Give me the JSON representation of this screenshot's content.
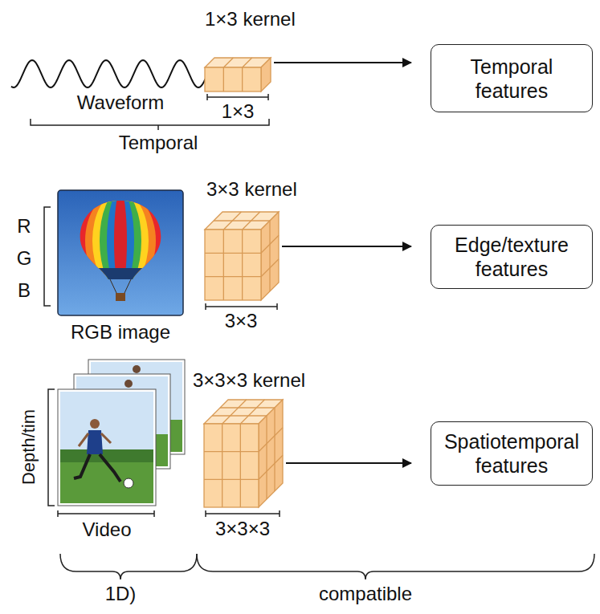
{
  "diagram": {
    "nodes": [
      {
        "text": [
          "1×3 kernel"
        ]
      },
      {
        "text": [
          "Temporal features"
        ]
      },
      {
        "text": [
          "3×3 kernel"
        ]
      },
      {
        "text": [
          "Edge/texture features"
        ]
      },
      {
        "text": [
          "3×3×3 kernel"
        ]
      },
      {
        "text": [
          "Spatiotemporal features"
        ]
      }
    ],
    "edges": [
      {
        "from": 0,
        "to": 1,
        "arrow": "to"
      },
      {
        "from": 2,
        "to": 3,
        "arrow": "to"
      },
      {
        "from": 4,
        "to": 5,
        "arrow": "to"
      }
    ],
    "labels": [
      "Waveform",
      "Temporal",
      "1×3",
      "R",
      "G",
      "B",
      "RGB image",
      "3×3",
      "Depth/tim",
      "Video",
      "3×3×3",
      "1D)",
      "compatible"
    ]
  }
}
